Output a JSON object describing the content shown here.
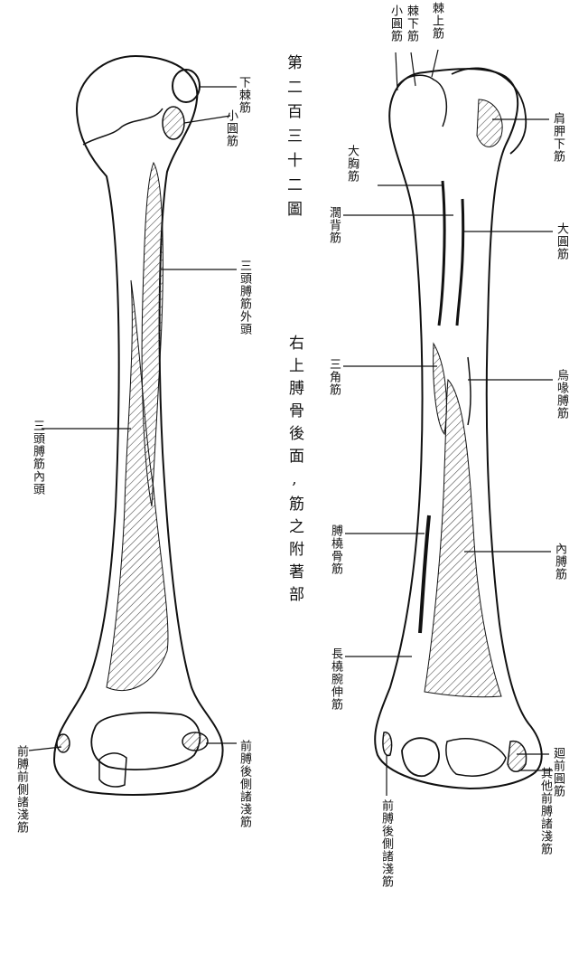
{
  "title": {
    "figure_number": "第二百三十二圖",
    "caption": "右上膊骨後面,筋之附著部"
  },
  "left_labels": {
    "infraspinatus": "下棘筋",
    "teres_minor": "小圓筋",
    "triceps_lateral": "三頭膊筋外頭",
    "triceps_medial": "三頭膊筋內頭",
    "forearm_anterior_lateral": "前膊前側諸淺筋",
    "forearm_posterior_lateral": "前膊後側諸淺筋"
  },
  "right_labels": {
    "teres_minor": "小圓筋",
    "infraspinatus": "棘下筋",
    "supraspinatus": "棘上筋",
    "subscapularis": "肩胛下筋",
    "pectoralis_major": "大胸筋",
    "latissimus": "濶背筋",
    "teres_major": "大圓筋",
    "deltoid": "三角筋",
    "coracobrachialis": "烏喙膊筋",
    "brachioradialis": "膊橈骨筋",
    "brachialis": "內膊筋",
    "ext_carpi_radialis_longus": "長橈腕伸筋",
    "pronator_teres": "廻前圓筋",
    "other_forearm": "其他前膊諸淺筋",
    "forearm_posterior_lateral": "前膊後側諸淺筋"
  }
}
